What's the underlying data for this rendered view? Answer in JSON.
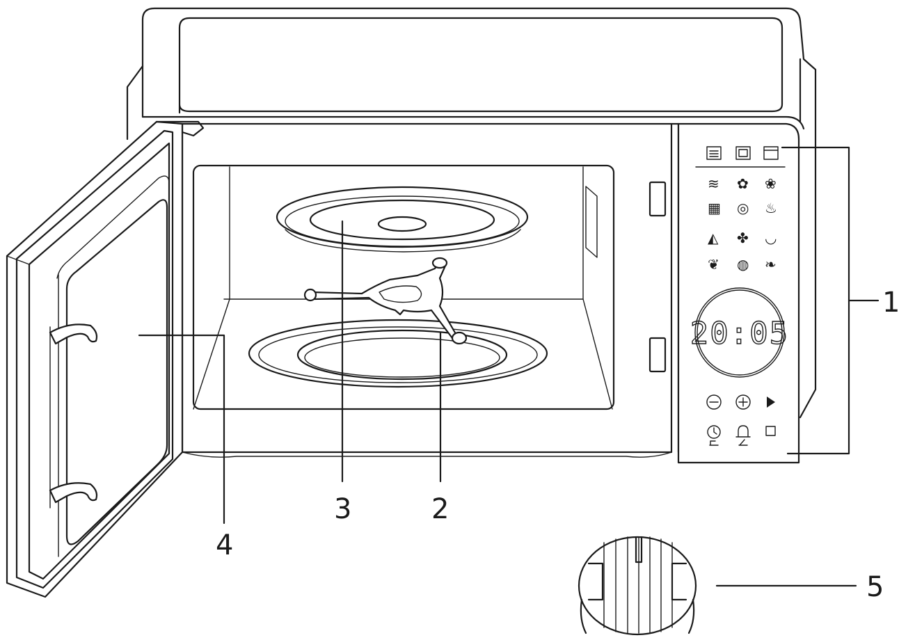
{
  "callouts": [
    {
      "id": "1",
      "label": "1"
    },
    {
      "id": "2",
      "label": "2"
    },
    {
      "id": "3",
      "label": "3"
    },
    {
      "id": "4",
      "label": "4"
    },
    {
      "id": "5",
      "label": "5"
    }
  ],
  "display": {
    "time": "20:05"
  },
  "panel": {
    "mode_icons": [
      "microwave-mode-icon",
      "grill-mode-icon",
      "combi-mode-icon"
    ],
    "program_icons": [
      "grill-heat-icon",
      "defrost-icon",
      "auto-menu-icon",
      "bread-icon",
      "potato-icon",
      "poultry-icon",
      "pizza-icon",
      "vegetable-icon",
      "soup-icon",
      "meat-icon",
      "fish-icon",
      "popcorn-icon"
    ],
    "control_icons": [
      "minus-icon",
      "plus-icon",
      "start-icon",
      "clock-icon",
      "timer-bell-icon",
      "stop-icon"
    ]
  }
}
